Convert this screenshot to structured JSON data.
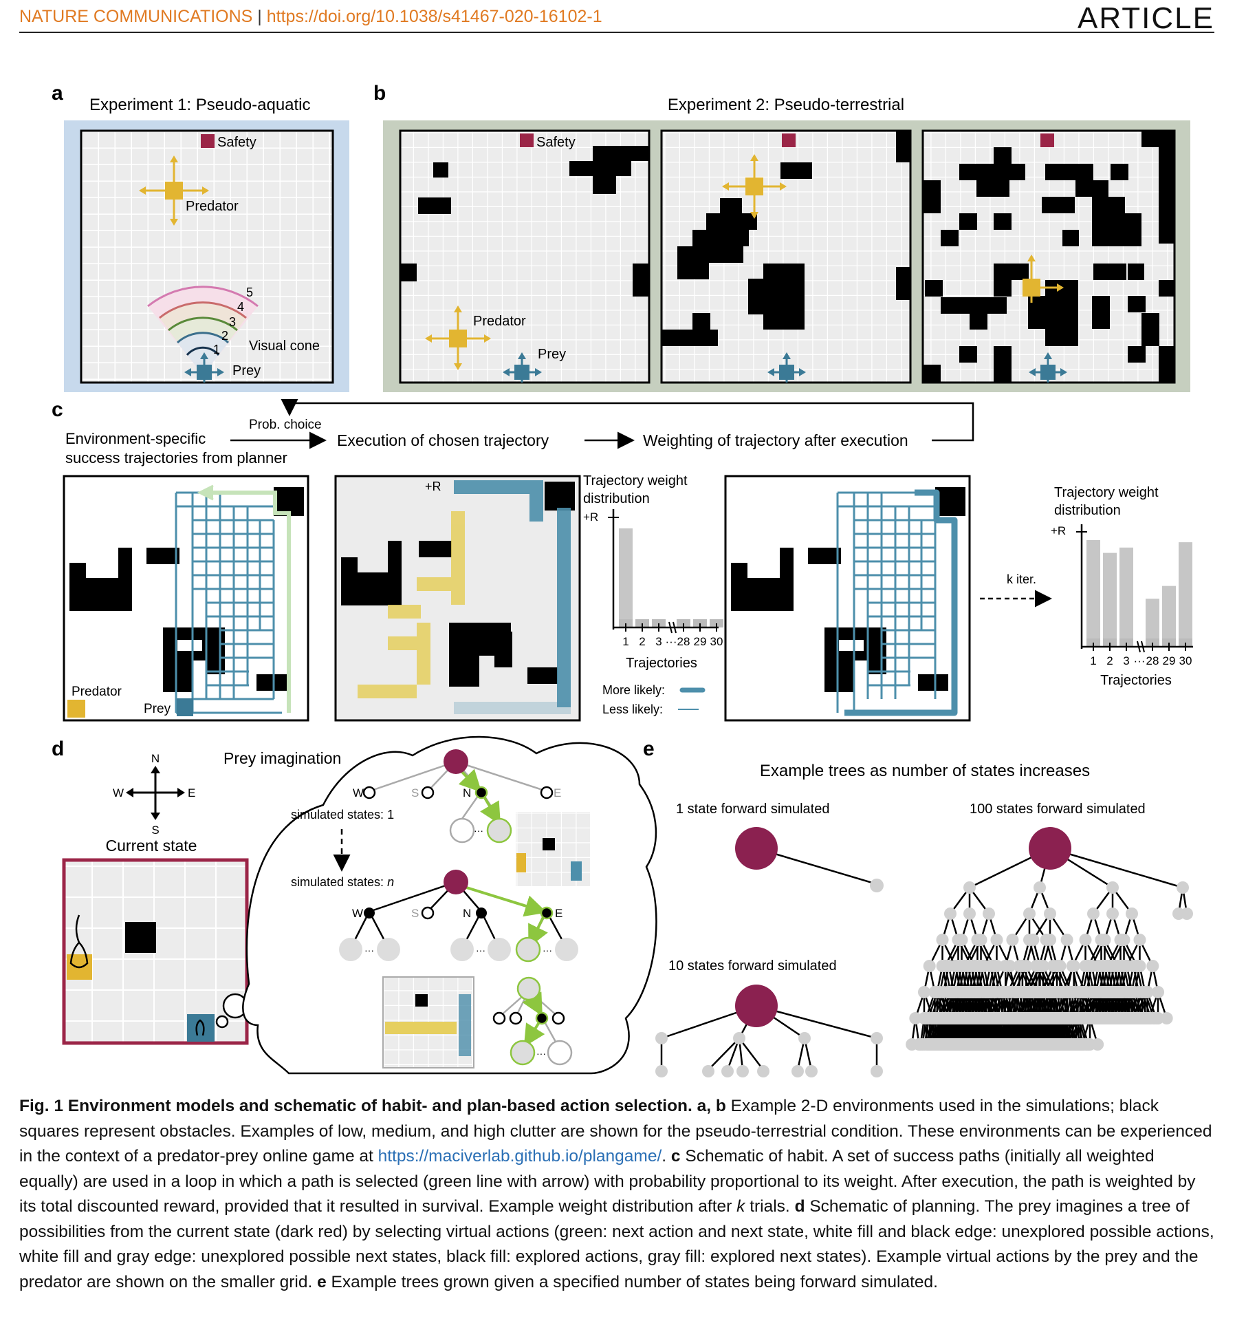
{
  "header": {
    "journal": "NATURE COMMUNICATIONS",
    "separator": "|",
    "doi": "https://doi.org/10.1038/s41467-020-16102-1",
    "article": "ARTICLE"
  },
  "figure": {
    "a": {
      "label": "a",
      "title": "Experiment 1: Pseudo-aquatic",
      "safety": "Safety",
      "predator": "Predator",
      "prey": "Prey",
      "visual_cone": "Visual cone",
      "cone_levels": [
        "1",
        "2",
        "3",
        "4",
        "5"
      ]
    },
    "b": {
      "label": "b",
      "title": "Experiment 2: Pseudo-terrestrial",
      "safety": "Safety",
      "predator": "Predator",
      "prey": "Prey"
    },
    "c": {
      "label": "c",
      "step1": "Environment-specific",
      "step1b": "success trajectories from planner",
      "prob_choice": "Prob. choice",
      "step2": "Execution of chosen trajectory",
      "step3": "Weighting of trajectory after execution",
      "predator": "Predator",
      "prey": "Prey",
      "plus_r": "+R",
      "dist_title_1": "Trajectory weight",
      "dist_title_2": "distribution",
      "x_axis": "Trajectories",
      "ticks": [
        "1",
        "2",
        "3",
        "···",
        "28",
        "29",
        "30"
      ],
      "more_likely": "More likely:",
      "less_likely": "Less likely:",
      "k_iter": "k iter."
    },
    "d": {
      "label": "d",
      "n": "N",
      "s": "S",
      "w": "W",
      "e": "E",
      "current_state": "Current state",
      "prey_imagination": "Prey imagination",
      "sim1": "simulated states: 1",
      "simn_prefix": "simulated states: ",
      "simn_var": "n",
      "ellipsis": "···"
    },
    "e": {
      "label": "e",
      "title": "Example trees as number of states increases",
      "t1": "1 state forward simulated",
      "t10": "10 states forward simulated",
      "t100": "100 states forward simulated"
    }
  },
  "chart_data": [
    {
      "type": "bar",
      "title": "Trajectory weight distribution",
      "xlabel": "Trajectories",
      "categories": [
        "1",
        "2",
        "3",
        "28",
        "29",
        "30"
      ],
      "values": [
        1.0,
        0.07,
        0.07,
        0.07,
        0.07,
        0.07
      ]
    },
    {
      "type": "bar",
      "title": "Trajectory weight distribution",
      "xlabel": "Trajectories",
      "categories": [
        "1",
        "2",
        "3",
        "28",
        "29",
        "30"
      ],
      "values": [
        1.0,
        0.88,
        0.93,
        0.45,
        0.57,
        0.98
      ]
    }
  ],
  "caption": {
    "fig": "Fig. 1",
    "title": "Environment models and schematic of habit- and plan-based action selection.",
    "ab_label": "a, b",
    "ab_text": "Example 2-D environments used in the simulations; black squares represent obstacles. Examples of low, medium, and high clutter are shown for the pseudo-terrestrial condition. These environments can be experienced in the context of a predator-prey online game at",
    "link": "https://maciverlab.github.io/plangame/",
    "c_label": "c",
    "c_text": "Schematic of habit. A set of success paths (initially all weighted equally) are used in a loop in which a path is selected (green line with arrow) with probability proportional to its weight. After execution, the path is weighted by its total discounted reward, provided that it resulted in survival. Example weight distribution after",
    "k": "k",
    "c_text2": "trials.",
    "d_label": "d",
    "d_text": "Schematic of planning. The prey imagines a tree of possibilities from the current state (dark red) by selecting virtual actions (green: next action and next state, white fill and black edge: unexplored possible actions, white fill and gray edge: unexplored possible next states, black fill: explored actions, gray fill: explored next states). Example virtual actions by the prey and the predator are shown on the smaller grid.",
    "e_label": "e",
    "e_text": "Example trees grown given a specified number of states being forward simulated."
  }
}
